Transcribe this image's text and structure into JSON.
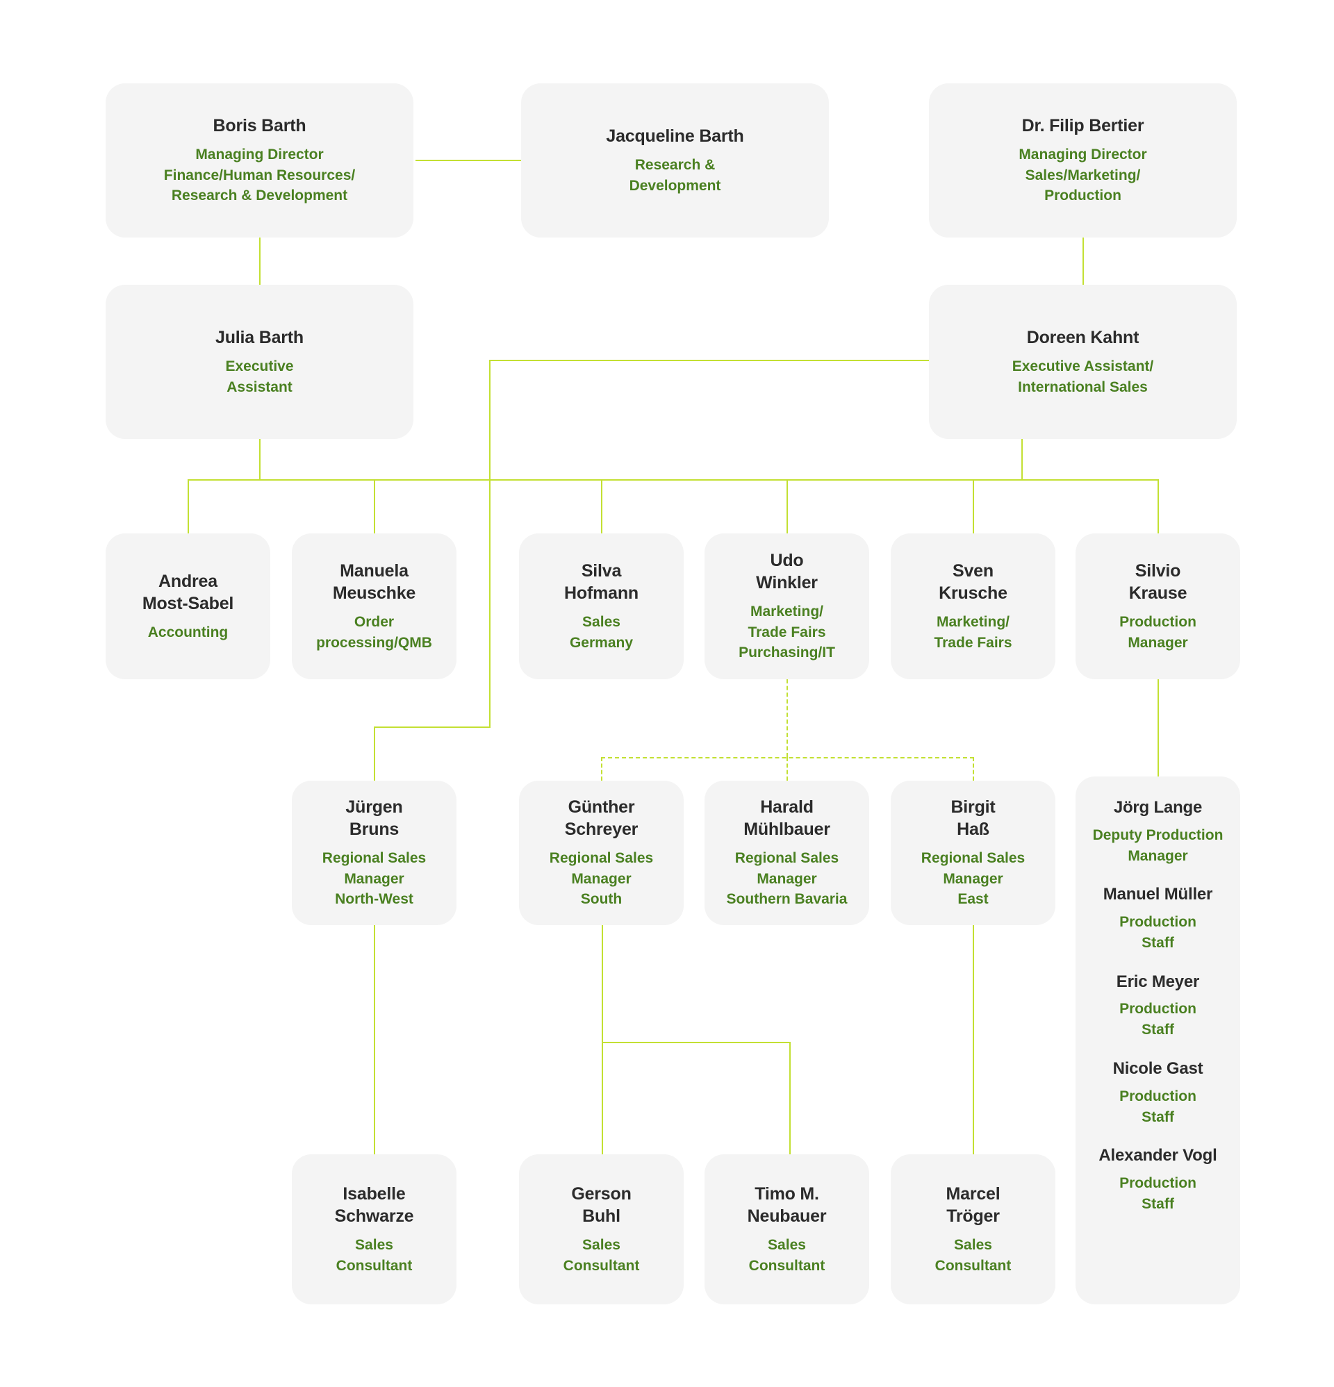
{
  "theme": {
    "background": "#ffffff",
    "card_bg": "#f4f4f4",
    "name_color": "#2b2b2b",
    "role_color": "#4a8021",
    "connector_color": "#c3e033"
  },
  "nodes": {
    "boris_barth": {
      "name": "Boris Barth",
      "role": "Managing Director\nFinance/Human Resources/\nResearch & Development"
    },
    "jacqueline_barth": {
      "name": "Jacqueline Barth",
      "role": "Research &\nDevelopment"
    },
    "filip_bertier": {
      "name": "Dr. Filip Bertier",
      "role": "Managing Director\nSales/Marketing/\nProduction"
    },
    "julia_barth": {
      "name": "Julia Barth",
      "role": "Executive\nAssistant"
    },
    "doreen_kahnt": {
      "name": "Doreen Kahnt",
      "role": "Executive Assistant/\nInternational Sales"
    },
    "andrea_most_sabel": {
      "name": "Andrea\nMost-Sabel",
      "role": "Accounting"
    },
    "manuela_meuschke": {
      "name": "Manuela\nMeuschke",
      "role": "Order\nprocessing/QMB"
    },
    "silva_hofmann": {
      "name": "Silva\nHofmann",
      "role": "Sales\nGermany"
    },
    "udo_winkler": {
      "name": "Udo\nWinkler",
      "role": "Marketing/\nTrade Fairs\nPurchasing/IT"
    },
    "sven_krusche": {
      "name": "Sven\nKrusche",
      "role": "Marketing/\nTrade Fairs"
    },
    "silvio_krause": {
      "name": "Silvio\nKrause",
      "role": "Production\nManager"
    },
    "juergen_bruns": {
      "name": "Jürgen\nBruns",
      "role": "Regional Sales\nManager\nNorth-West"
    },
    "guenther_schreyer": {
      "name": "Günther\nSchreyer",
      "role": "Regional Sales\nManager\nSouth"
    },
    "harald_muehlbauer": {
      "name": "Harald\nMühlbauer",
      "role": "Regional Sales\nManager\nSouthern Bavaria"
    },
    "birgit_hass": {
      "name": "Birgit\nHaß",
      "role": "Regional Sales\nManager\nEast"
    },
    "isabelle_schwarze": {
      "name": "Isabelle\nSchwarze",
      "role": "Sales\nConsultant"
    },
    "gerson_buhl": {
      "name": "Gerson\nBuhl",
      "role": "Sales\nConsultant"
    },
    "timo_neubauer": {
      "name": "Timo M.\nNeubauer",
      "role": "Sales\nConsultant"
    },
    "marcel_troeger": {
      "name": "Marcel\nTröger",
      "role": "Sales\nConsultant"
    }
  },
  "production_team": {
    "members": [
      {
        "name": "Jörg Lange",
        "role": "Deputy Production\nManager"
      },
      {
        "name": "Manuel Müller",
        "role": "Production\nStaff"
      },
      {
        "name": "Eric Meyer",
        "role": "Production\nStaff"
      },
      {
        "name": "Nicole Gast",
        "role": "Production\nStaff"
      },
      {
        "name": "Alexander Vogl",
        "role": "Production\nStaff"
      }
    ]
  }
}
